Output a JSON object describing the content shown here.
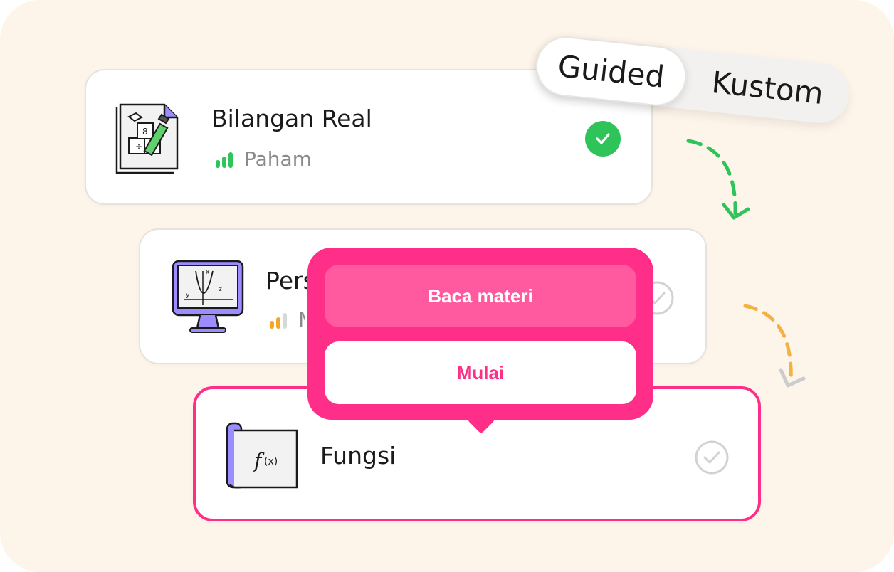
{
  "mode_toggle": {
    "guided_label": "Guided",
    "custom_label": "Kustom",
    "selected": "Guided"
  },
  "topics": [
    {
      "title": "Bilangan Real",
      "status_label": "Paham",
      "status_color": "#2ec45a",
      "completed": true,
      "icon": "math-blocks-pencil-icon"
    },
    {
      "title": "Pers",
      "status_label": "M",
      "status_color": "#f5a623",
      "completed": false,
      "icon": "graph-monitor-icon"
    },
    {
      "title": "Fungsi",
      "completed": false,
      "selected": true,
      "icon": "function-book-icon"
    }
  ],
  "action_popup": {
    "read_label": "Baca materi",
    "start_label": "Mulai"
  },
  "colors": {
    "accent": "#ff2e88",
    "accent_light": "#ff5aa0",
    "success": "#2ec45a",
    "warning": "#f5a623",
    "background": "#fdf4ea"
  }
}
